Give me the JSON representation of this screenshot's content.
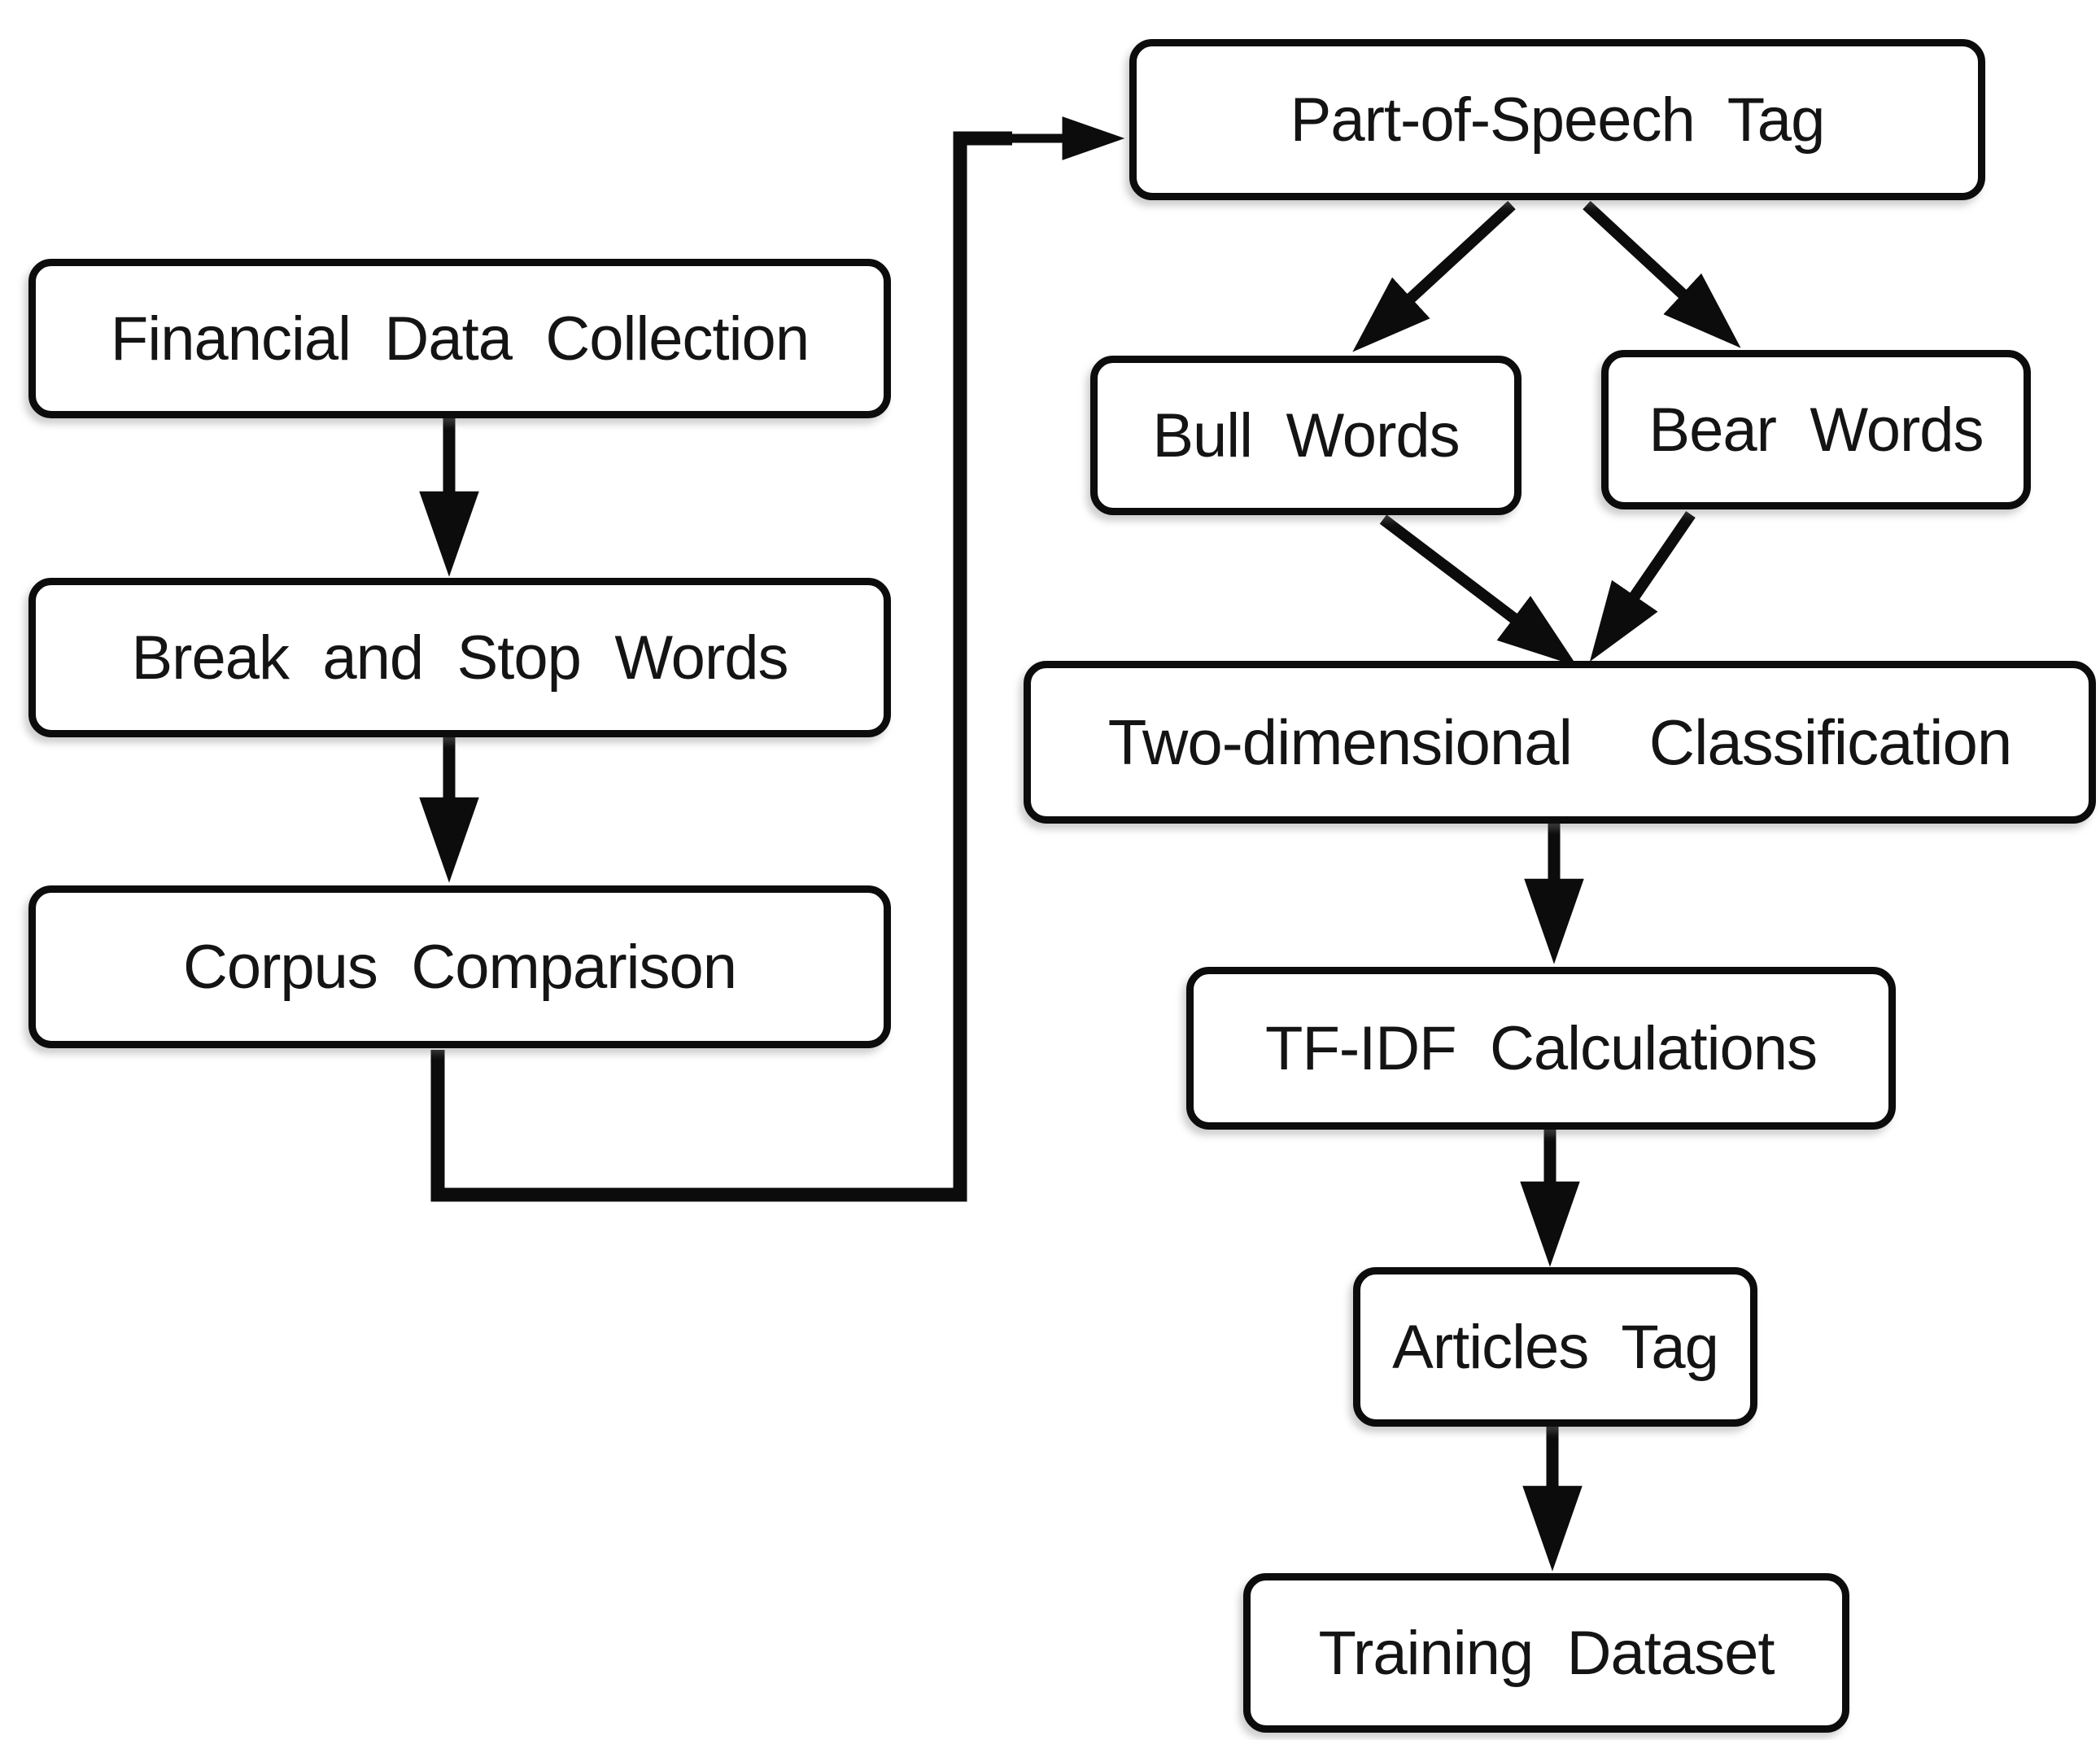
{
  "diagram": {
    "type": "flowchart",
    "colors": {
      "stroke": "#0c0c0c",
      "box_fill": "#ffffff",
      "background": "#ffffff",
      "text": "#141414"
    },
    "nodes": [
      {
        "id": "financial-data-collection",
        "label": "Financial Data Collection"
      },
      {
        "id": "break-and-stop-words",
        "label": "Break and Stop Words"
      },
      {
        "id": "corpus-comparison",
        "label": "Corpus Comparison"
      },
      {
        "id": "part-of-speech-tag",
        "label": "Part-of-Speech Tag"
      },
      {
        "id": "bull-words",
        "label": "Bull Words"
      },
      {
        "id": "bear-words",
        "label": "Bear Words"
      },
      {
        "id": "two-dimensional-classification",
        "label": "Two-dimensional Classification"
      },
      {
        "id": "tf-idf-calculations",
        "label": "TF-IDF Calculations"
      },
      {
        "id": "articles-tag",
        "label": "Articles Tag"
      },
      {
        "id": "training-dataset",
        "label": "Training Dataset"
      }
    ],
    "edges": [
      {
        "from": "financial-data-collection",
        "to": "break-and-stop-words"
      },
      {
        "from": "break-and-stop-words",
        "to": "corpus-comparison"
      },
      {
        "from": "corpus-comparison",
        "to": "part-of-speech-tag"
      },
      {
        "from": "part-of-speech-tag",
        "to": "bull-words"
      },
      {
        "from": "part-of-speech-tag",
        "to": "bear-words"
      },
      {
        "from": "bull-words",
        "to": "two-dimensional-classification"
      },
      {
        "from": "bear-words",
        "to": "two-dimensional-classification"
      },
      {
        "from": "two-dimensional-classification",
        "to": "tf-idf-calculations"
      },
      {
        "from": "tf-idf-calculations",
        "to": "articles-tag"
      },
      {
        "from": "articles-tag",
        "to": "training-dataset"
      }
    ]
  }
}
